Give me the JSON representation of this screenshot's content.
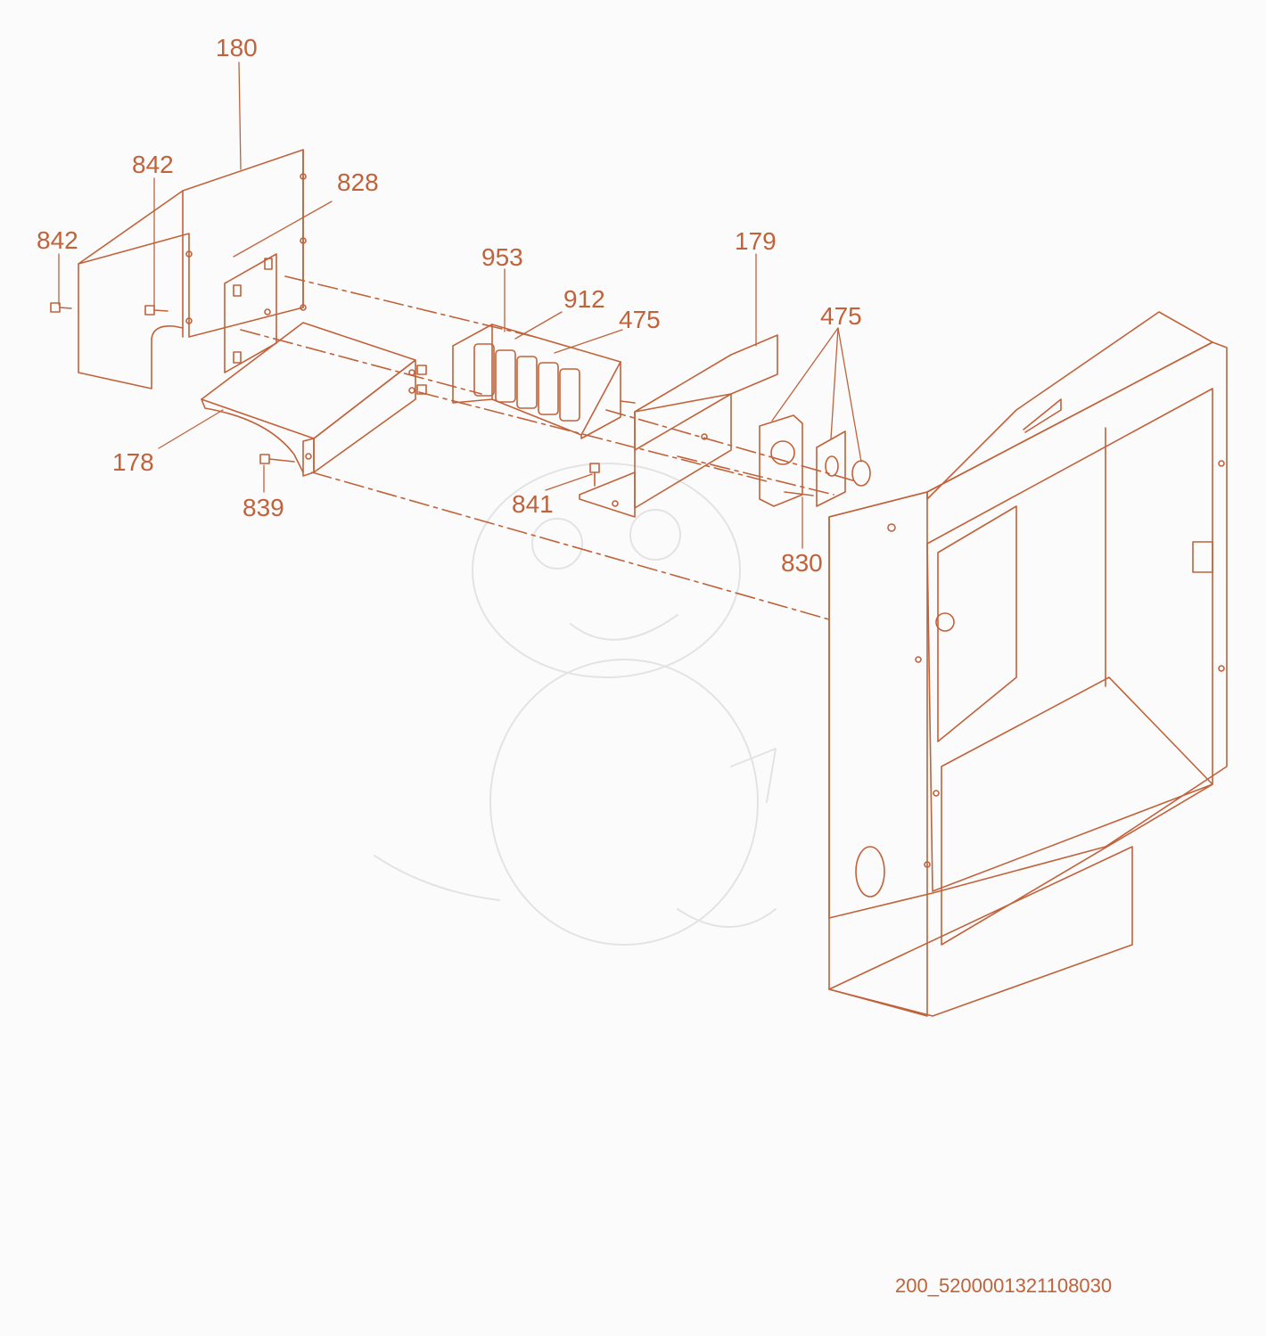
{
  "diagram": {
    "accent_color": "#c0623a",
    "labels": {
      "l180": "180",
      "l842_upper": "842",
      "l828": "828",
      "l842_left": "842",
      "l953": "953",
      "l912": "912",
      "l475_fan": "475",
      "l179": "179",
      "l475_right": "475",
      "l178": "178",
      "l839": "839",
      "l841": "841",
      "l830": "830"
    },
    "drawing_code": "200_5200001321108030"
  }
}
